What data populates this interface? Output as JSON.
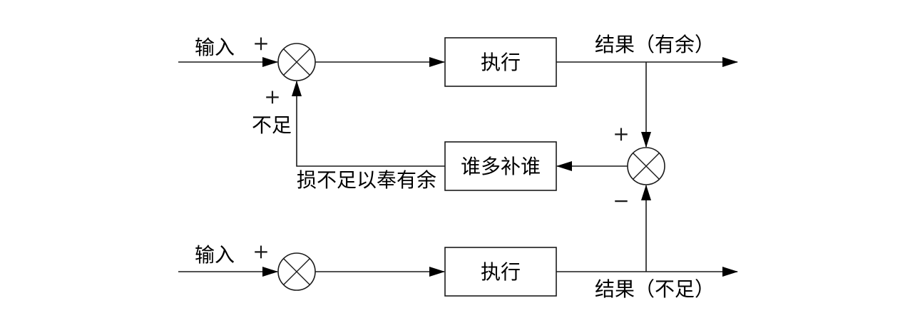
{
  "diagram": {
    "title": "feedback-loop-block-diagram",
    "colors": {
      "line": "#1a1a1a",
      "background": "#ffffff",
      "text": "#000000"
    },
    "blocks": {
      "execute_top": "执行",
      "compensator": "谁多补谁",
      "execute_bottom": "执行"
    },
    "labels": {
      "input_top": "输入",
      "input_bottom": "输入",
      "result_top": "结果（有余）",
      "result_bottom": "结果（不足）",
      "insufficient": "不足",
      "feedback_caption": "损不足以奉有余",
      "plus_input_top": "+",
      "plus_feedback": "+",
      "plus_comparator": "+",
      "minus_comparator": "−",
      "plus_input_bottom": "+"
    }
  }
}
